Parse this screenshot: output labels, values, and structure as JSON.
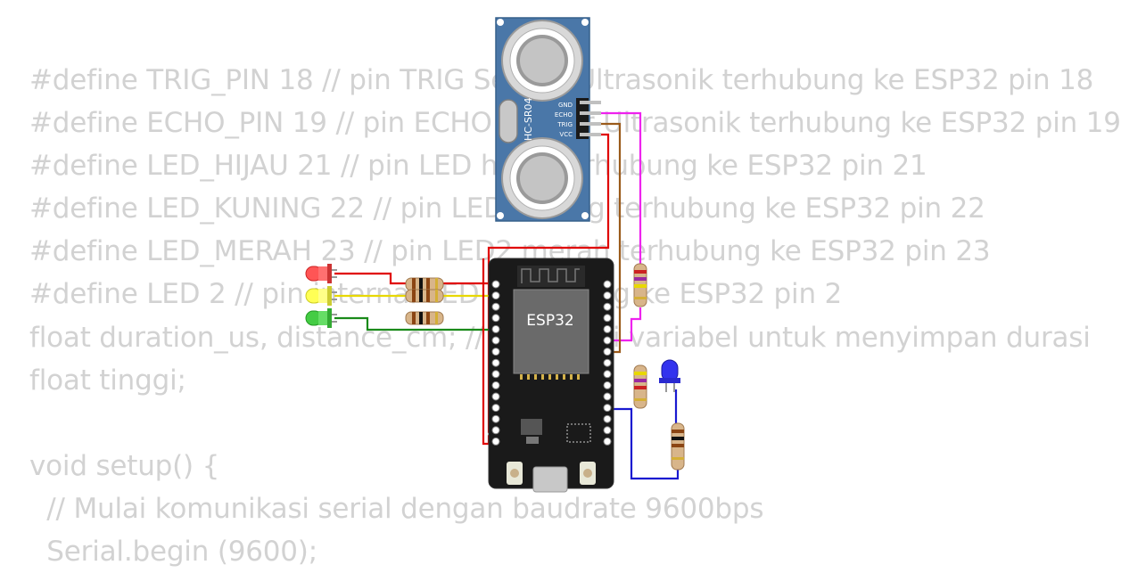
{
  "code_lines": [
    "#define TRIG_PIN 18 // pin TRIG Sensor Ultrasonik terhubung ke ESP32 pin 18",
    "#define ECHO_PIN 19 // pin ECHO Sensor Ultrasonik terhubung ke ESP32 pin 19",
    "#define LED_HIJAU 21 // pin LED hijau terhubung ke ESP32 pin 21",
    "#define LED_KUNING 22 // pin LED kuning terhubung ke ESP32 pin 22",
    "#define LED_MERAH 23 // pin LED2 merah terhubung ke ESP32 pin 23",
    "#define LED 2 // pin internal LED terhubung ke ESP32 pin 2",
    "float duration_us, distance_cm; // Deklarasi variabel untuk menyimpan durasi",
    "float tinggi;",
    "",
    "void setup() {",
    "  // Mulai komunikasi serial dengan baudrate 9600bps",
    "  Serial.begin (9600);"
  ],
  "sensor": {
    "model": "HC-SR04",
    "pins": [
      "GND",
      "ECHO",
      "TRIG",
      "VCC"
    ]
  },
  "board": {
    "label": "ESP32"
  },
  "colors": {
    "code_text": "#d2d2d2",
    "sensor_board": "#4a77a8",
    "board_black": "#1a1a1a",
    "wire_red": "#e00000",
    "wire_yellow": "#e8d800",
    "wire_green": "#1a8a1a",
    "wire_magenta": "#ee22ee",
    "wire_brown": "#9a5a1a",
    "wire_blue": "#1a1ad0",
    "wire_white": "#ffffff"
  },
  "components": {
    "leds": [
      "red-led",
      "yellow-led",
      "green-led",
      "blue-led"
    ],
    "resistors": 6
  }
}
